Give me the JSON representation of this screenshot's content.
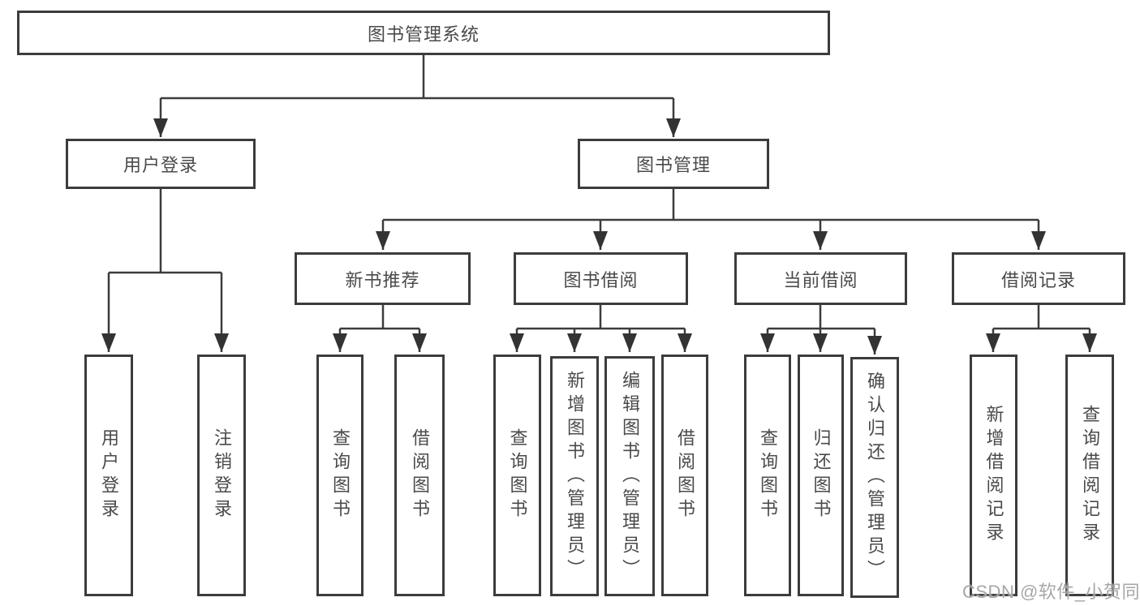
{
  "watermark": "CSDN @软件_小贺同学",
  "colors": {
    "line": "#3c3c3c",
    "box_border": "#3c3c3c",
    "text": "#4a4a4a",
    "watermark": "#9e9e9e",
    "background": "#ffffff"
  },
  "diagram": {
    "root": {
      "label": "图书管理系统"
    },
    "level2": [
      {
        "id": "user-login",
        "label": "用户登录"
      },
      {
        "id": "book-management",
        "label": "图书管理"
      }
    ],
    "level3": [
      {
        "id": "new-book-recommend",
        "label": "新书推荐"
      },
      {
        "id": "book-borrow",
        "label": "图书借阅"
      },
      {
        "id": "current-borrow",
        "label": "当前借阅"
      },
      {
        "id": "borrow-records",
        "label": "借阅记录"
      }
    ],
    "leaves": {
      "user_login": [
        "用户登录",
        "注销登录"
      ],
      "new_book": [
        "查询图书",
        "借阅图书"
      ],
      "book_borrow": [
        "查询图书",
        "新增图书（管理员）",
        "编辑图书（管理员）",
        "借阅图书"
      ],
      "current_borrow": [
        "查询图书",
        "归还图书",
        "确认归还（管理员）"
      ],
      "records": [
        "新增借阅记录",
        "查询借阅记录"
      ]
    }
  }
}
